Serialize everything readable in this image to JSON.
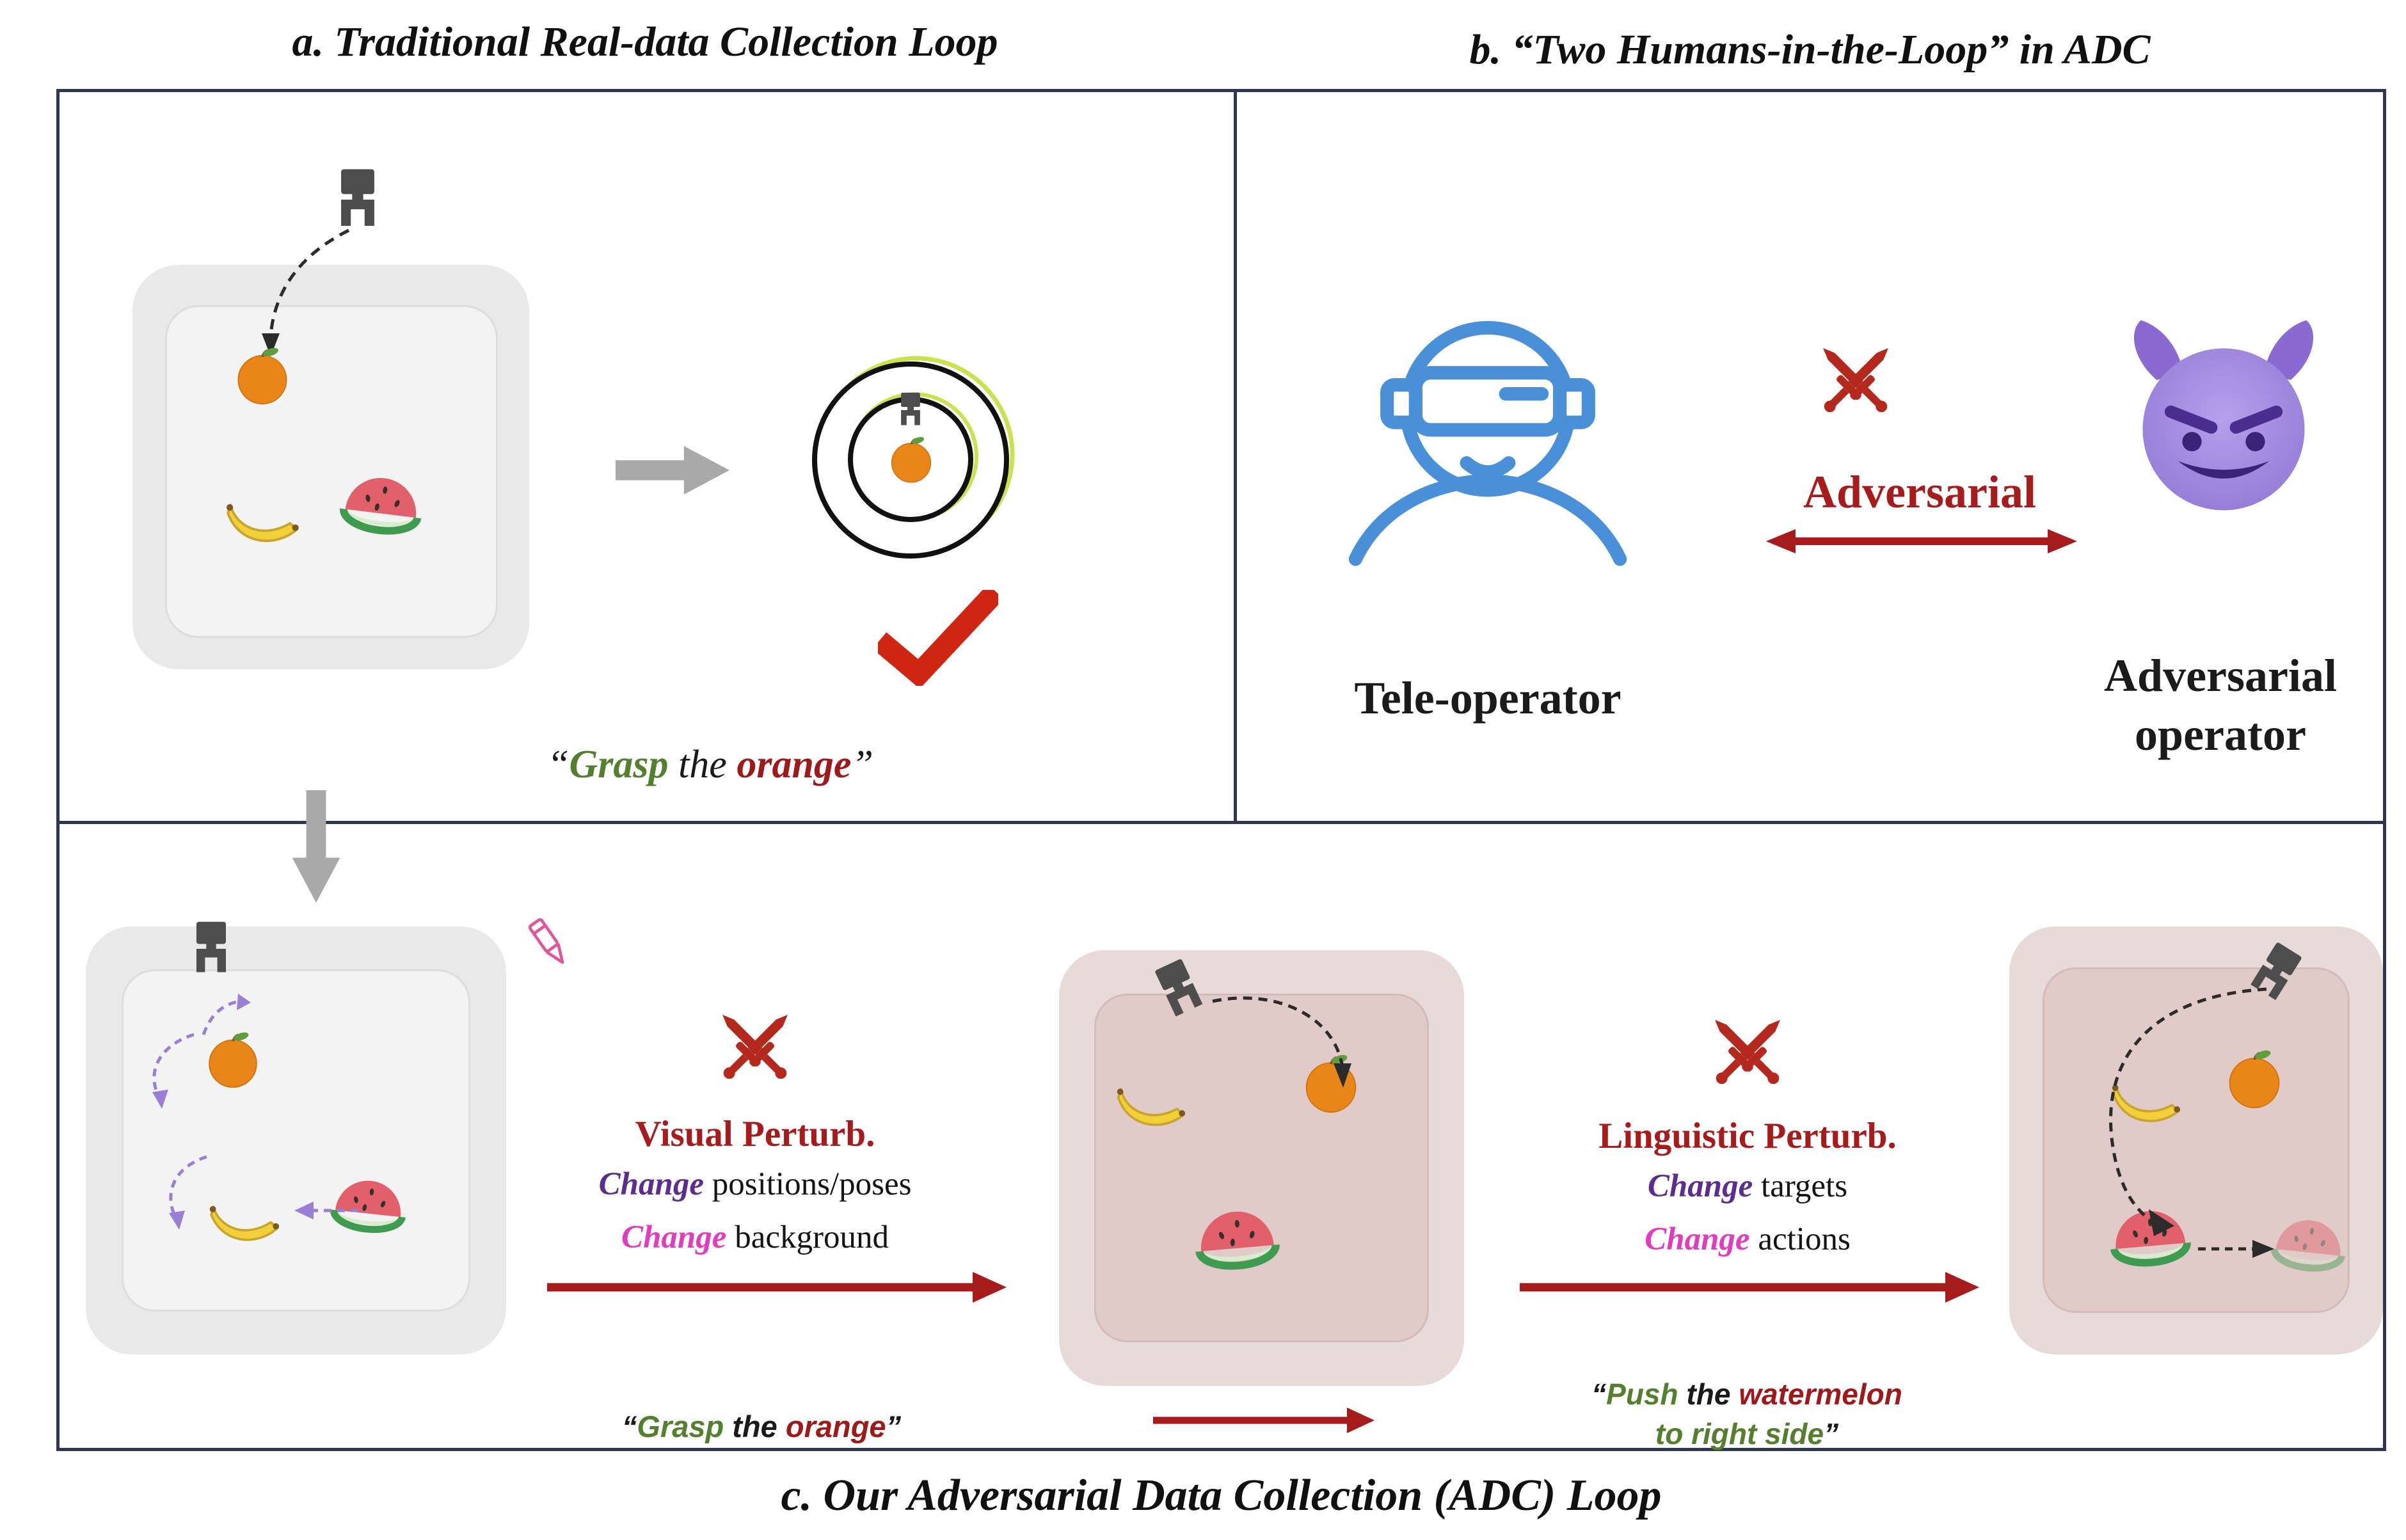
{
  "figure": {
    "panel_a": {
      "title": "a. Traditional Real-data Collection Loop",
      "quote": {
        "open": "“",
        "verb": "Grasp",
        "mid": " the ",
        "object": "orange",
        "close": "”"
      }
    },
    "panel_b": {
      "title": "b. “Two Humans-in-the-Loop” in ADC",
      "tele_operator": "Tele-operator",
      "adversarial": "Adversarial",
      "adversarial_operator_line1": "Adversarial",
      "adversarial_operator_line2": "operator"
    },
    "panel_c": {
      "title": "c. Our Adversarial Data Collection (ADC) Loop",
      "visual_perturb": {
        "title": "Visual Perturb.",
        "change1": "Change",
        "rest1": " positions/poses",
        "change2": "Change",
        "rest2": " background"
      },
      "linguistic_perturb": {
        "title": "Linguistic Perturb.",
        "change1": "Change",
        "rest1": " targets",
        "change2": "Change",
        "rest2": " actions"
      },
      "grasp_quote": {
        "open": "“",
        "verb": "Grasp",
        "mid": " the ",
        "object": "orange",
        "close": "”"
      },
      "push_quote": {
        "open": "“",
        "verb": "Push",
        "mid": " the ",
        "object": "watermelon",
        "line2": "to right side",
        "close": "”"
      }
    },
    "colors": {
      "border_navy": "#2d3752",
      "dark_red": "#a61b1b",
      "bright_red": "#cf2613",
      "green": "#547f2e",
      "purple": "#5b2d8e",
      "magenta": "#e13bbe",
      "blue": "#4a90d9",
      "devil_purple": "#a08ae0",
      "fruit_orange": "#e8861a",
      "gray_arrow": "#a9a9a9"
    },
    "icons": {
      "gripper": "robot-gripper-icon",
      "crossed_swords": "crossed-swords-icon",
      "checkmark": "checkmark-icon",
      "vr_operator": "vr-teleoperator-icon",
      "devil": "devil-face-icon",
      "pencil": "edit-pencil-icon",
      "orange": "orange-fruit-icon",
      "banana": "banana-fruit-icon",
      "watermelon": "watermelon-slice-icon"
    }
  }
}
